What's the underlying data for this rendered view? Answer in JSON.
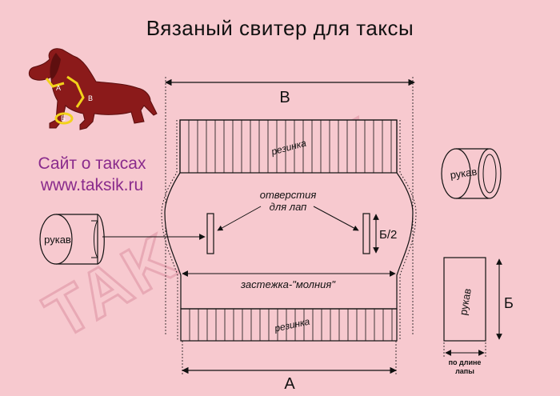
{
  "title": "Вязаный свитер для таксы",
  "site": {
    "line1": "Сайт о таксах",
    "line2": "www.taksik.ru"
  },
  "watermark": "TAKSIK.РУ",
  "dog_markers": {
    "a": "А",
    "b": "Б",
    "v": "В"
  },
  "labels": {
    "width_top": "В",
    "width_bottom": "А",
    "rib_top": "резинка",
    "rib_bottom": "резинка",
    "leg_holes_line1": "отверстия",
    "leg_holes_line2": "для лап",
    "hole_size": "Б/2",
    "zipper": "застежка-\"молния\"",
    "sleeve_left": "рукав",
    "sleeve_right": "рукав",
    "sleeve_flat": "рукав",
    "sleeve_height": "Б",
    "leg_length_line1": "по длине",
    "leg_length_line2": "лапы"
  },
  "colors": {
    "background": "#f7c9cf",
    "dog": "#8b1a1a",
    "marker": "#f2d21a",
    "site_text": "#8a2b8c",
    "watermark": "#eab3bd",
    "line": "#111111"
  }
}
